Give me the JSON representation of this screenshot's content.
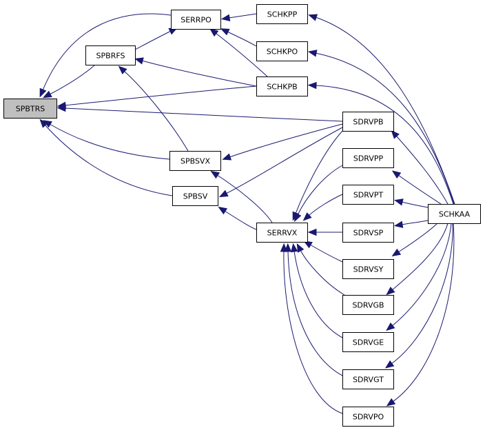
{
  "graph": {
    "colors": {
      "edge": "#191970",
      "node_border": "#000000",
      "node_fill": "#ffffff",
      "highlight_fill": "#bfbfbf"
    },
    "nodes": [
      {
        "id": "SPBTRS",
        "label": "SPBTRS",
        "highlighted": true
      },
      {
        "id": "SERRPO",
        "label": "SERRPO"
      },
      {
        "id": "SPBRFS",
        "label": "SPBRFS"
      },
      {
        "id": "SCHKPP",
        "label": "SCHKPP"
      },
      {
        "id": "SCHKPO",
        "label": "SCHKPO"
      },
      {
        "id": "SCHKPB",
        "label": "SCHKPB"
      },
      {
        "id": "SDRVPB",
        "label": "SDRVPB"
      },
      {
        "id": "SPBSVX",
        "label": "SPBSVX"
      },
      {
        "id": "SDRVPP",
        "label": "SDRVPP"
      },
      {
        "id": "SPBSV",
        "label": "SPBSV"
      },
      {
        "id": "SDRVPT",
        "label": "SDRVPT"
      },
      {
        "id": "SCHKAA",
        "label": "SCHKAA"
      },
      {
        "id": "SERRVX",
        "label": "SERRVX"
      },
      {
        "id": "SDRVSP",
        "label": "SDRVSP"
      },
      {
        "id": "SDRVSY",
        "label": "SDRVSY"
      },
      {
        "id": "SDRVGB",
        "label": "SDRVGB"
      },
      {
        "id": "SDRVGE",
        "label": "SDRVGE"
      },
      {
        "id": "SDRVGT",
        "label": "SDRVGT"
      },
      {
        "id": "SDRVPO",
        "label": "SDRVPO"
      }
    ],
    "edges": [
      {
        "from": "SERRPO",
        "to": "SPBTRS"
      },
      {
        "from": "SPBRFS",
        "to": "SPBTRS"
      },
      {
        "from": "SCHKPB",
        "to": "SPBTRS"
      },
      {
        "from": "SDRVPB",
        "to": "SPBTRS"
      },
      {
        "from": "SPBSVX",
        "to": "SPBTRS"
      },
      {
        "from": "SPBSV",
        "to": "SPBTRS"
      },
      {
        "from": "SPBRFS",
        "to": "SERRPO"
      },
      {
        "from": "SCHKPP",
        "to": "SERRPO"
      },
      {
        "from": "SCHKPO",
        "to": "SERRPO"
      },
      {
        "from": "SCHKPB",
        "to": "SERRPO"
      },
      {
        "from": "SCHKPB",
        "to": "SPBRFS"
      },
      {
        "from": "SPBSVX",
        "to": "SPBRFS"
      },
      {
        "from": "SDRVPB",
        "to": "SPBSVX"
      },
      {
        "from": "SERRVX",
        "to": "SPBSVX"
      },
      {
        "from": "SDRVPB",
        "to": "SPBSV"
      },
      {
        "from": "SERRVX",
        "to": "SPBSV"
      },
      {
        "from": "SDRVPB",
        "to": "SERRVX"
      },
      {
        "from": "SDRVPP",
        "to": "SERRVX"
      },
      {
        "from": "SDRVPT",
        "to": "SERRVX"
      },
      {
        "from": "SDRVSP",
        "to": "SERRVX"
      },
      {
        "from": "SDRVSY",
        "to": "SERRVX"
      },
      {
        "from": "SDRVGB",
        "to": "SERRVX"
      },
      {
        "from": "SDRVGE",
        "to": "SERRVX"
      },
      {
        "from": "SDRVGT",
        "to": "SERRVX"
      },
      {
        "from": "SDRVPO",
        "to": "SERRVX"
      },
      {
        "from": "SCHKAA",
        "to": "SCHKPP"
      },
      {
        "from": "SCHKAA",
        "to": "SCHKPO"
      },
      {
        "from": "SCHKAA",
        "to": "SCHKPB"
      },
      {
        "from": "SCHKAA",
        "to": "SDRVPB"
      },
      {
        "from": "SCHKAA",
        "to": "SDRVPP"
      },
      {
        "from": "SCHKAA",
        "to": "SDRVPT"
      },
      {
        "from": "SCHKAA",
        "to": "SDRVSP"
      },
      {
        "from": "SCHKAA",
        "to": "SDRVSY"
      },
      {
        "from": "SCHKAA",
        "to": "SDRVGB"
      },
      {
        "from": "SCHKAA",
        "to": "SDRVGE"
      },
      {
        "from": "SCHKAA",
        "to": "SDRVGT"
      },
      {
        "from": "SCHKAA",
        "to": "SDRVPO"
      }
    ]
  }
}
